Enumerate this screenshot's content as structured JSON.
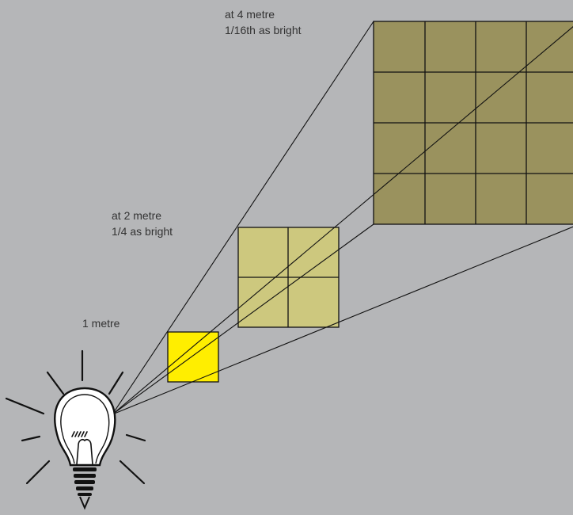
{
  "labels": {
    "near": {
      "distance": "1 metre"
    },
    "mid": {
      "distance": "at 2 metre",
      "brightness": "1/4 as bright"
    },
    "far": {
      "distance": "at 4 metre",
      "brightness": "1/16th as bright"
    }
  },
  "icons": {
    "light_source": "light-bulb-icon"
  },
  "colors": {
    "background": "#b5b6b8",
    "near_square": "#ffee00",
    "mid_square": "#cdc87e",
    "far_square": "#9a925e",
    "lines": "#111111"
  }
}
